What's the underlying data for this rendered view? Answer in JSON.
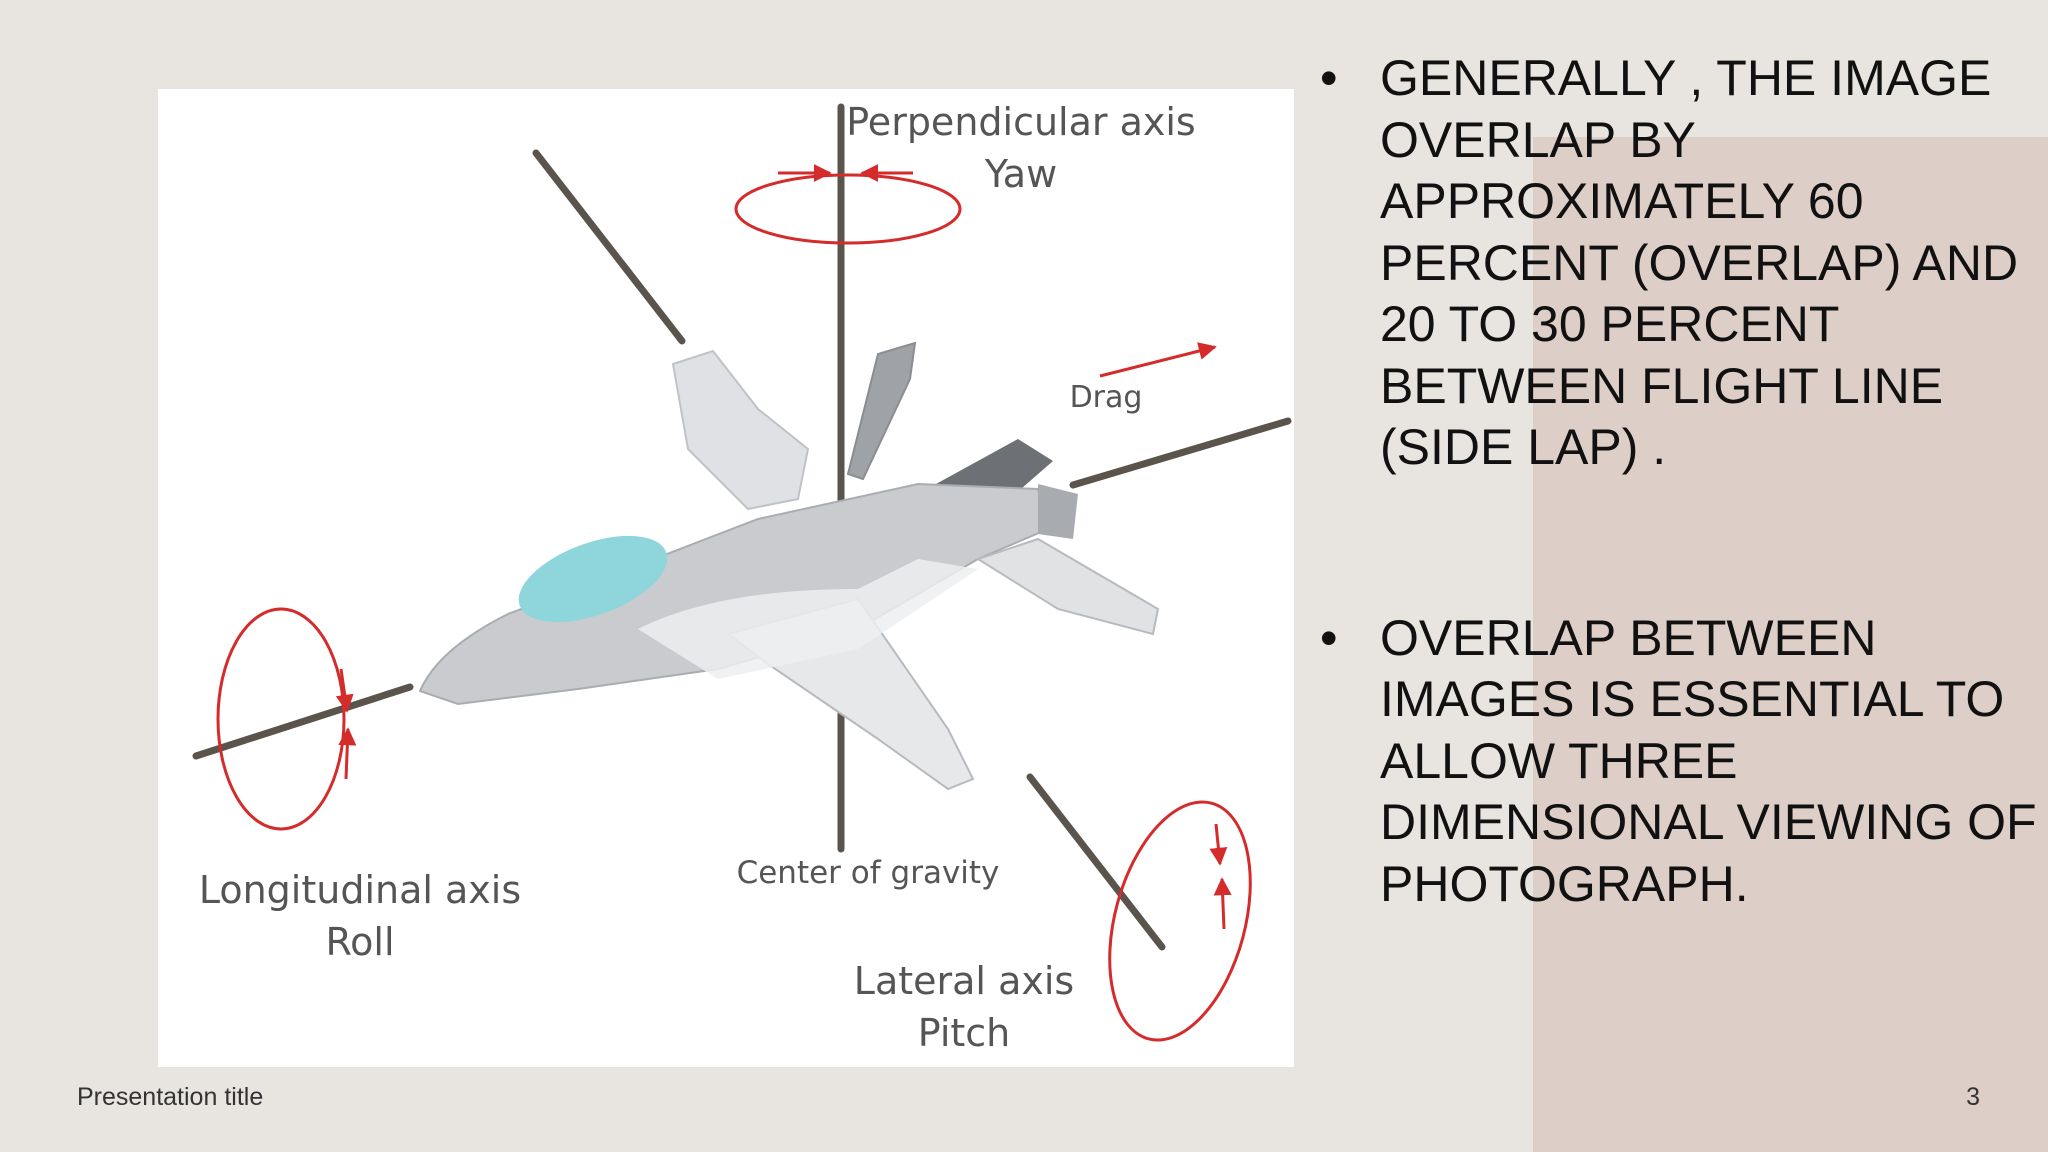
{
  "slide": {
    "bullets": [
      "GENERALLY , THE IMAGE OVERLAP BY APPROXIMATELY  60 PERCENT (OVERLAP) AND 20 TO 30 PERCENT BETWEEN FLIGHT LINE (SIDE LAP) .",
      "OVERLAP BETWEEN IMAGES IS ESSENTIAL TO ALLOW THREE DIMENSIONAL VIEWING OF PHOTOGRAPH."
    ],
    "footer_title": "Presentation title",
    "page_number": "3"
  },
  "figure": {
    "labels": {
      "perpendicular_axis": "Perpendicular axis",
      "yaw": "Yaw",
      "drag": "Drag",
      "longitudinal_axis": "Longitudinal axis",
      "roll": "Roll",
      "center_of_gravity": "Center of gravity",
      "lateral_axis": "Lateral axis",
      "pitch": "Pitch"
    }
  },
  "colors": {
    "background": "#e8e5e1",
    "accent_panel": "#ddcfc8",
    "axis": "#5a544c",
    "rotation_arrow": "#d42b2b",
    "canopy": "#8fd6dc"
  }
}
